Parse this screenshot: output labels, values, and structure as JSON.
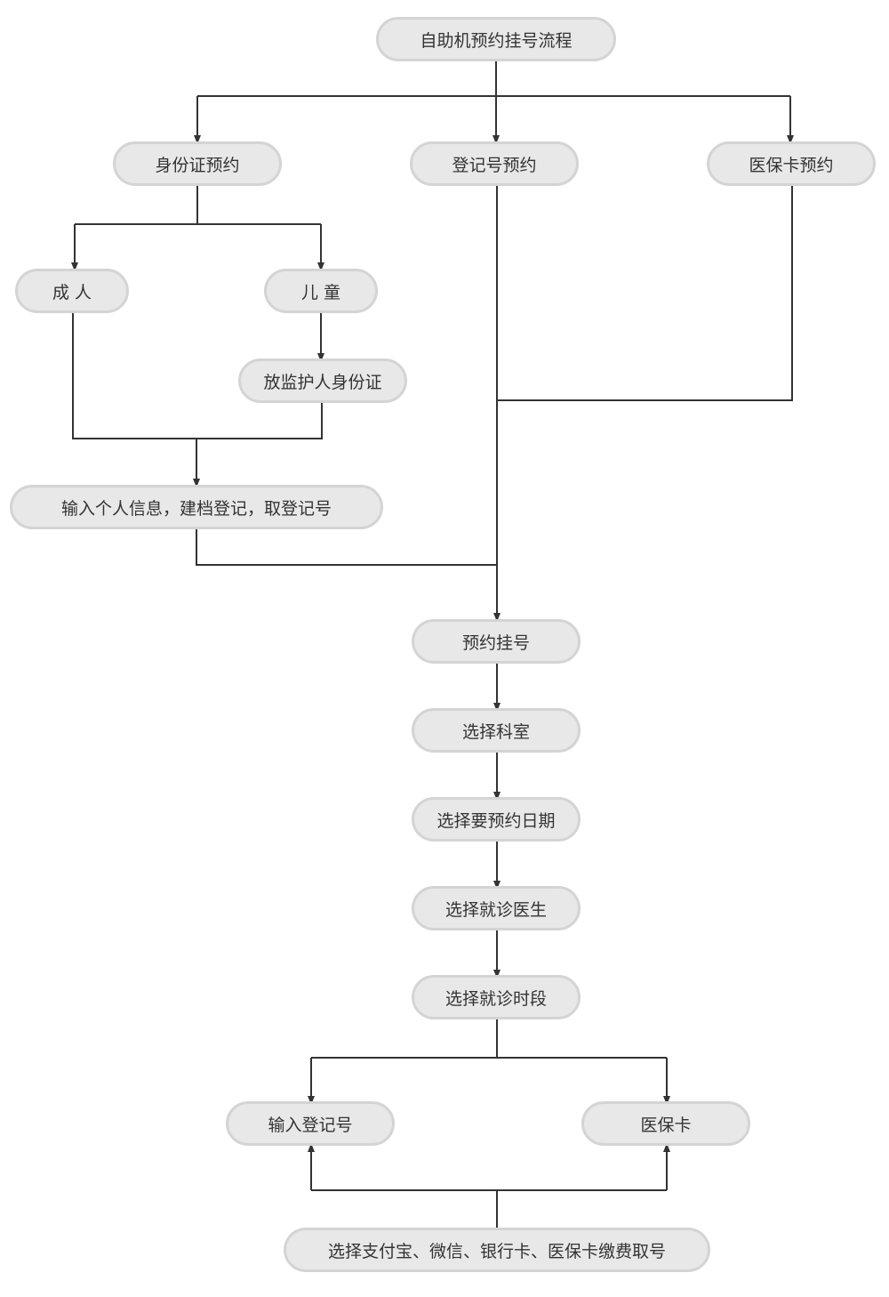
{
  "nodes": {
    "start": "自助机预约挂号流程",
    "id_card": "身份证预约",
    "reg_no": "登记号预约",
    "insurance": "医保卡预约",
    "adult": "成 人",
    "child": "儿 童",
    "guardian": "放监护人身份证",
    "input_info": "输入个人信息，建档登记，取登记号",
    "reserve": "预约挂号",
    "dept": "选择科室",
    "date": "选择要预约日期",
    "doctor": "选择就诊医生",
    "slot": "选择就诊时段",
    "input_reg": "输入登记号",
    "ins_card": "医保卡",
    "payment": "选择支付宝、微信、银行卡、医保卡缴费取号"
  },
  "colors": {
    "node_fill": "#e8e8e8",
    "node_border": "#d4d4d4",
    "line": "#333333",
    "text": "#333333"
  }
}
